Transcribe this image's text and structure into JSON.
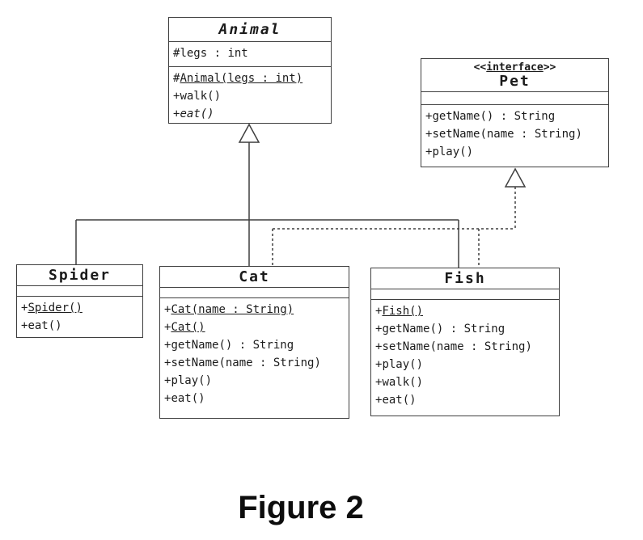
{
  "diagram": {
    "caption": "Figure 2",
    "colors": {
      "line": "#3f3f3f",
      "text": "#1b1b1b",
      "background": "#ffffff"
    },
    "classes": [
      {
        "id": "animal",
        "name": "Animal",
        "abstract": true,
        "stereotype": null,
        "attributes": [
          {
            "vis": "#",
            "text": "legs : int"
          }
        ],
        "methods": [
          {
            "vis": "#",
            "text": "Animal(legs : int)",
            "underline": true
          },
          {
            "vis": "+",
            "text": "walk()"
          },
          {
            "vis": "+",
            "text": "eat()",
            "italic": true
          }
        ]
      },
      {
        "id": "pet",
        "name": "Pet",
        "abstract": false,
        "stereotype": {
          "open": "<<",
          "word": "interface",
          "close": ">>"
        },
        "attributes": [],
        "methods": [
          {
            "vis": "+",
            "text": "getName() : String"
          },
          {
            "vis": "+",
            "text": "setName(name : String)"
          },
          {
            "vis": "+",
            "text": "play()"
          }
        ]
      },
      {
        "id": "spider",
        "name": "Spider",
        "abstract": false,
        "stereotype": null,
        "attributes": [],
        "methods": [
          {
            "vis": "+",
            "text": "Spider()",
            "underline": true
          },
          {
            "vis": "+",
            "text": "eat()"
          }
        ]
      },
      {
        "id": "cat",
        "name": "Cat",
        "abstract": false,
        "stereotype": null,
        "attributes": [],
        "methods": [
          {
            "vis": "+",
            "text": "Cat(name : String)",
            "underline": true
          },
          {
            "vis": "+",
            "text": "Cat()",
            "underline": true
          },
          {
            "vis": "+",
            "text": "getName() : String"
          },
          {
            "vis": "+",
            "text": "setName(name : String)"
          },
          {
            "vis": "+",
            "text": "play()"
          },
          {
            "vis": "+",
            "text": "eat()"
          }
        ]
      },
      {
        "id": "fish",
        "name": "Fish",
        "abstract": false,
        "stereotype": null,
        "attributes": [],
        "methods": [
          {
            "vis": "+",
            "text": "Fish()",
            "underline": true
          },
          {
            "vis": "+",
            "text": "getName() : String"
          },
          {
            "vis": "+",
            "text": "setName(name : String)"
          },
          {
            "vis": "+",
            "text": "play()"
          },
          {
            "vis": "+",
            "text": "walk()"
          },
          {
            "vis": "+",
            "text": "eat()"
          }
        ]
      }
    ],
    "relationships": [
      {
        "type": "generalization",
        "from": "Spider",
        "to": "Animal"
      },
      {
        "type": "generalization",
        "from": "Cat",
        "to": "Animal"
      },
      {
        "type": "generalization",
        "from": "Fish",
        "to": "Animal"
      },
      {
        "type": "realization",
        "from": "Cat",
        "to": "Pet"
      },
      {
        "type": "realization",
        "from": "Fish",
        "to": "Pet"
      }
    ]
  }
}
